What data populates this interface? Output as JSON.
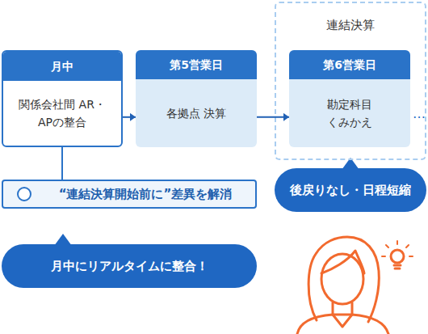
{
  "diagram": {
    "nodes": [
      {
        "text": [
          "月中",
          "関係会社間 AR・APの整合"
        ]
      },
      {
        "text": [
          "第5営業日",
          "各拠点 決算"
        ]
      },
      {
        "text": [
          "連結決算"
        ]
      },
      {
        "text": [
          "第6営業日",
          "勘定科目 くみかえ"
        ],
        "in": 2
      },
      {
        "text": [
          "“連結決算開始前に”差異を解消"
        ]
      },
      {
        "text": [
          "後戻りなし・日程短縮"
        ]
      },
      {
        "text": [
          "月中にリアルタイムに整合！"
        ]
      }
    ],
    "edges": [
      {
        "from": 0,
        "to": 1,
        "arrow": "to"
      },
      {
        "from": 1,
        "to": 3,
        "arrow": "to"
      },
      {
        "from": 0,
        "to": 4,
        "arrow": "none"
      }
    ],
    "labels": [
      "…"
    ]
  }
}
